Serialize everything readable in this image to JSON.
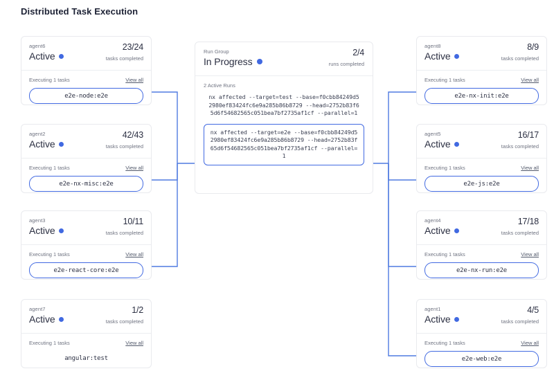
{
  "page": {
    "title": "Distributed Task Execution"
  },
  "colors": {
    "accent": "#4169e1",
    "card_border": "#e9eaee",
    "text": "#2b2f42",
    "muted": "#6f7381"
  },
  "labels": {
    "executing": "Executing 1 tasks",
    "view_all": "View all",
    "tasks_completed": "tasks completed",
    "runs_completed": "runs completed",
    "status_active": "Active"
  },
  "run_group": {
    "title": "Run Group",
    "status": "In Progress",
    "count": "2/4",
    "count_sub": "runs completed",
    "active_runs_label": "2 Active Runs",
    "runs": [
      {
        "command": "nx affected --target=test --base=f0cbb84249d52980ef83424fc6e9a285b86b8729 --head=2752b83f65d6f54682565c051bea7bf2735af1cf --parallel=1",
        "boxed": false
      },
      {
        "command": "nx affected --target=e2e --base=f0cbb84249d52980ef83424fc6e9a285b86b8729 --head=2752b83f65d6f54682565c051bea7bf2735af1cf --parallel=1",
        "boxed": true
      }
    ]
  },
  "agents_left": [
    {
      "name": "agent6",
      "status": "Active",
      "count": "23/24",
      "count_sub": "tasks completed",
      "executing": "Executing 1 tasks",
      "view_all": "View all",
      "task": "e2e-node:e2e",
      "boxed": true
    },
    {
      "name": "agent2",
      "status": "Active",
      "count": "42/43",
      "count_sub": "tasks completed",
      "executing": "Executing 1 tasks",
      "view_all": "View all",
      "task": "e2e-nx-misc:e2e",
      "boxed": true
    },
    {
      "name": "agent3",
      "status": "Active",
      "count": "10/11",
      "count_sub": "tasks completed",
      "executing": "Executing 1 tasks",
      "view_all": "View all",
      "task": "e2e-react-core:e2e",
      "boxed": true
    },
    {
      "name": "agent7",
      "status": "Active",
      "count": "1/2",
      "count_sub": "tasks completed",
      "executing": "Executing 1 tasks",
      "view_all": "View all",
      "task": "angular:test",
      "boxed": false
    }
  ],
  "agents_right": [
    {
      "name": "agent8",
      "status": "Active",
      "count": "8/9",
      "count_sub": "tasks completed",
      "executing": "Executing 1 tasks",
      "view_all": "View all",
      "task": "e2e-nx-init:e2e",
      "boxed": true
    },
    {
      "name": "agent5",
      "status": "Active",
      "count": "16/17",
      "count_sub": "tasks completed",
      "executing": "Executing 1 tasks",
      "view_all": "View all",
      "task": "e2e-js:e2e",
      "boxed": true
    },
    {
      "name": "agent4",
      "status": "Active",
      "count": "17/18",
      "count_sub": "tasks completed",
      "executing": "Executing 1 tasks",
      "view_all": "View all",
      "task": "e2e-nx-run:e2e",
      "boxed": true
    },
    {
      "name": "agent1",
      "status": "Active",
      "count": "4/5",
      "count_sub": "tasks completed",
      "executing": "Executing 1 tasks",
      "view_all": "View all",
      "task": "e2e-web:e2e",
      "boxed": true
    }
  ]
}
